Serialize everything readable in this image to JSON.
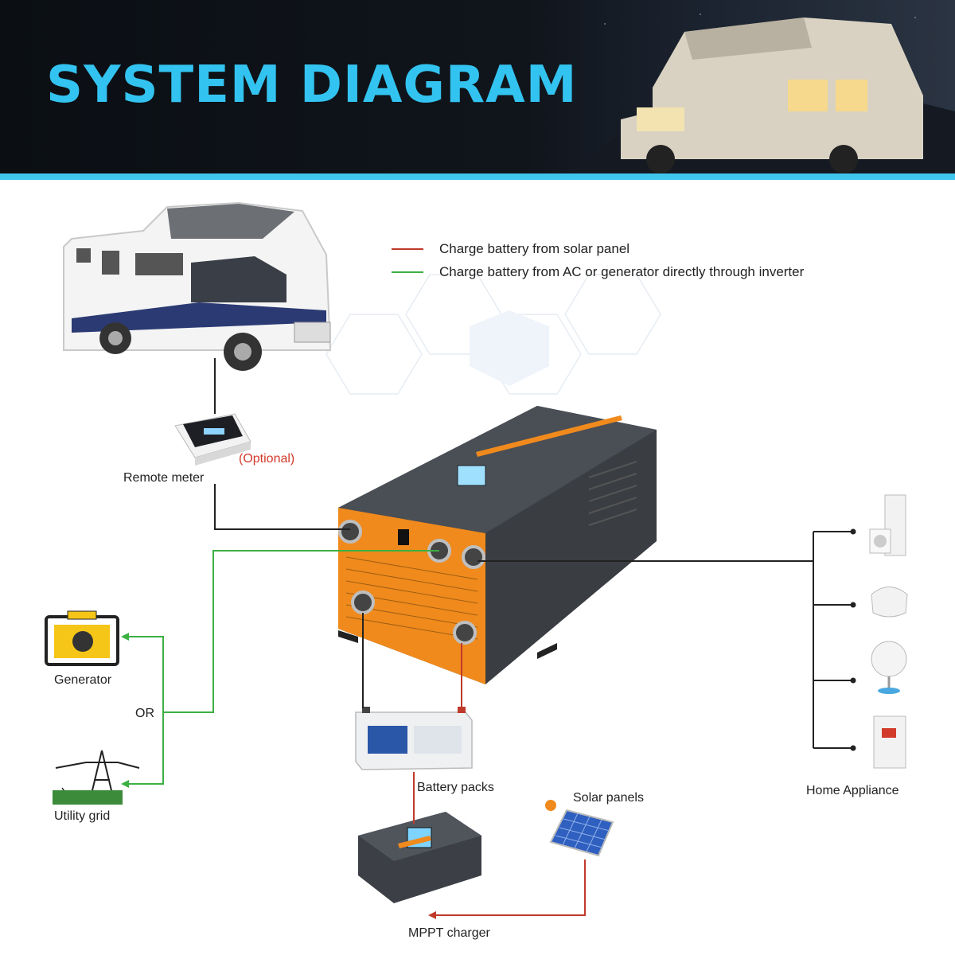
{
  "header": {
    "title": "SYSTEM DIAGRAM",
    "accent_color": "#33c3f0",
    "background": "night sky with camper van"
  },
  "legend": {
    "items": [
      {
        "label": "Charge battery from solar panel",
        "color": "#c0392b"
      },
      {
        "label": "Charge battery from AC or generator directly through inverter",
        "color": "#3cb043"
      }
    ]
  },
  "components": {
    "remote_meter": "Remote meter",
    "optional": "(Optional)",
    "generator": "Generator",
    "or": "OR",
    "utility_grid": "Utility grid",
    "battery_packs": "Battery packs",
    "solar_panels": "Solar panels",
    "mppt_charger": "MPPT charger",
    "home_appliance": "Home Appliance"
  },
  "colors": {
    "wire_black": "#222222",
    "wire_green": "#3cb043",
    "wire_red": "#c0392b",
    "inverter_body": "#3a3d42",
    "inverter_accent": "#f08a1c"
  }
}
